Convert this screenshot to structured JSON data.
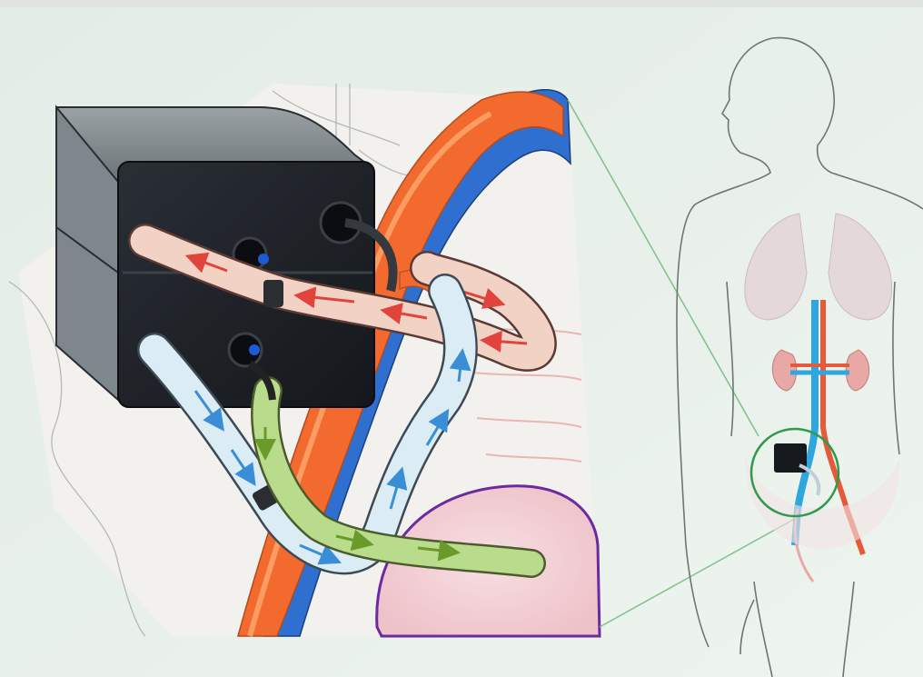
{
  "colors": {
    "slide_background": "#e9f1ec",
    "artery": "#f26a2e",
    "vein": "#2f6fd0",
    "device_body": "#1c2026",
    "tube_outflow": "#f3d2c6",
    "tube_inflow": "#dcecf4",
    "tube_urine": "#b9dc8c",
    "bladder": "#f2c9cf",
    "bladder_outline": "#6a2aa0",
    "callout_circle": "#2e9a4a",
    "arrow_red": "#e0443a",
    "arrow_blue": "#3a8ed6",
    "arrow_green": "#6a9a2a"
  },
  "diagram": {
    "description_nodes": [
      "implanted-device",
      "artery",
      "vein",
      "blood-outflow-tube",
      "blood-return-tube",
      "urine-tube",
      "bladder",
      "body-silhouette",
      "kidneys",
      "lungs",
      "location-callout"
    ]
  }
}
